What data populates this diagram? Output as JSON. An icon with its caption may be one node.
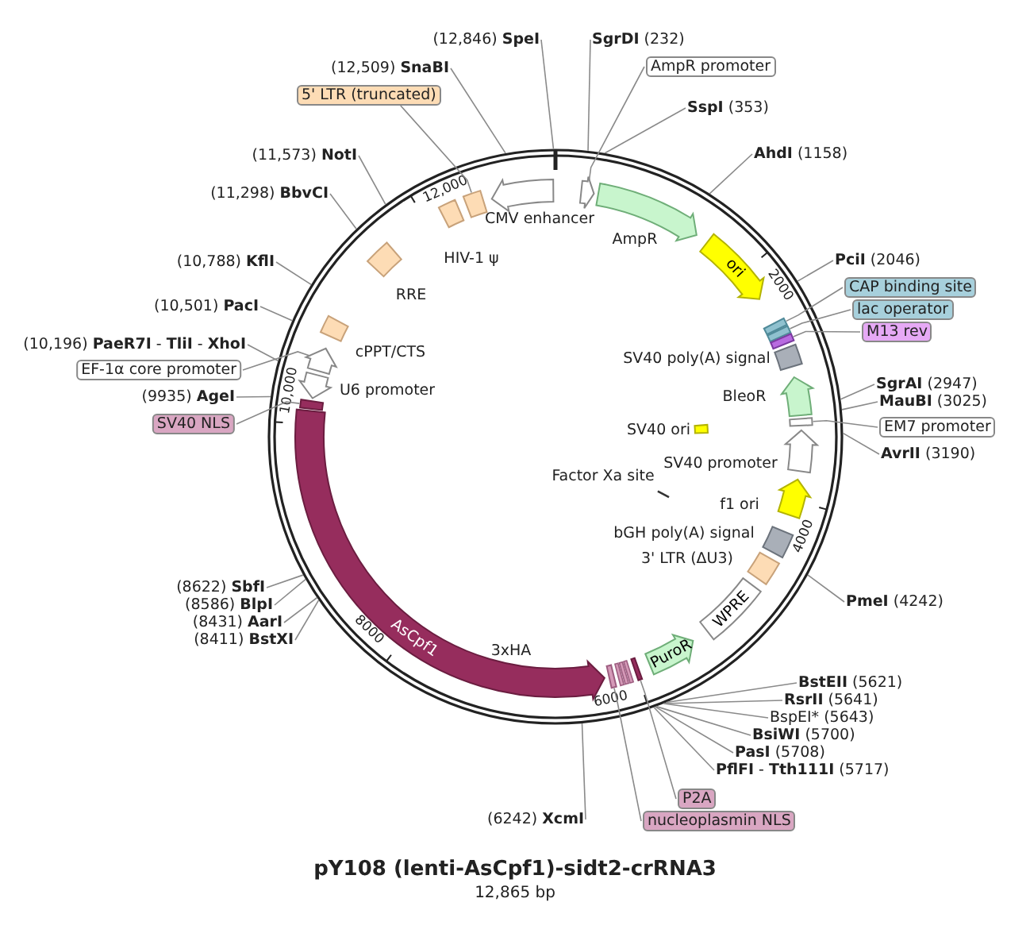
{
  "diagram": {
    "title": "pY108 (lenti-AsCpf1)-sidt2-crRNA3",
    "caption": "12,865 bp",
    "nodes": [
      {
        "text": [
          "(12,846) **SpeI**"
        ]
      },
      {
        "text": [
          "**SgrDI** (232)"
        ]
      },
      {
        "text": [
          "AmpR promoter"
        ]
      },
      {
        "text": [
          "(12,509) **SnaBI**"
        ]
      },
      {
        "text": [
          "**SspI** (353)"
        ]
      },
      {
        "text": [
          "5' LTR (truncated)"
        ]
      },
      {
        "text": [
          "**AhdI** (1158)"
        ]
      },
      {
        "text": [
          "(11,573) **NotI**"
        ]
      },
      {
        "text": [
          "(11,298) **BbvCI**"
        ]
      },
      {
        "text": [
          "**PciI** (2046)"
        ]
      },
      {
        "text": [
          "(10,788) **KflI**"
        ]
      },
      {
        "text": [
          "CAP binding site"
        ]
      },
      {
        "text": [
          "lac operator"
        ]
      },
      {
        "text": [
          "M13 rev"
        ]
      },
      {
        "text": [
          "(10,501) **PacI**"
        ]
      },
      {
        "text": [
          "(10,196) **PaeR7I** - **TliI** - **XhoI**"
        ]
      },
      {
        "text": [
          "EF-1α core promoter"
        ]
      },
      {
        "text": [
          "**SgrAI** (2947)"
        ]
      },
      {
        "text": [
          "(9935) **AgeI**"
        ]
      },
      {
        "text": [
          "**MauBI** (3025)"
        ]
      },
      {
        "text": [
          "SV40 NLS"
        ]
      },
      {
        "text": [
          "EM7 promoter"
        ]
      },
      {
        "text": [
          "**AvrII** (3190)"
        ]
      },
      {
        "text": [
          "(8622) **SbfI**"
        ]
      },
      {
        "text": [
          "**PmeI** (4242)"
        ]
      },
      {
        "text": [
          "(8586) **BlpI**"
        ]
      },
      {
        "text": [
          "(8431) **AarI**"
        ]
      },
      {
        "text": [
          "(8411) **BstXI**"
        ]
      },
      {
        "text": [
          "**BstEII** (5621)"
        ]
      },
      {
        "text": [
          "**RsrII** (5641)"
        ]
      },
      {
        "text": [
          "BspEI* (5643)"
        ]
      },
      {
        "text": [
          "**BsiWI** (5700)"
        ]
      },
      {
        "text": [
          "**PasI** (5708)"
        ]
      },
      {
        "text": [
          "**PflFI** - **Tth111I** (5717)"
        ]
      },
      {
        "text": [
          "P2A"
        ]
      },
      {
        "text": [
          "(6242) **XcmI**"
        ]
      },
      {
        "text": [
          "nucleoplasmin NLS"
        ]
      },
      {
        "text": [],
        "shape": "arrow",
        "beside": [
          "CMV enhancer"
        ],
        "in": 56
      },
      {
        "text": [],
        "shape": "arrow",
        "beside": [
          "AmpR"
        ],
        "in": 56
      },
      {
        "text": [],
        "shape": "box",
        "beside": [
          "HIV-1 ψ"
        ],
        "in": 56
      },
      {
        "text": [
          "ori"
        ],
        "in": 56
      },
      {
        "text": [],
        "shape": "box",
        "beside": [
          "RRE"
        ],
        "in": 56
      },
      {
        "text": [],
        "shape": "box",
        "beside": [
          "SV40 poly(A) signal"
        ],
        "in": 56
      },
      {
        "text": [],
        "shape": "arrow",
        "beside": [
          "BleoR"
        ],
        "in": 56
      },
      {
        "text": [],
        "shape": "box",
        "beside": [
          "cPPT/CTS"
        ],
        "in": 56
      },
      {
        "text": [],
        "shape": "arrow",
        "beside": [
          "U6 promoter"
        ],
        "in": 56
      },
      {
        "text": [],
        "shape": "arrow",
        "beside": [
          "SV40 promoter"
        ],
        "in": 56
      },
      {
        "text": [],
        "shape": "box",
        "beside": [
          "SV40 ori"
        ],
        "in": 56
      },
      {
        "text": [],
        "shape": "arrow",
        "beside": [
          "f1 ori"
        ],
        "in": 56
      },
      {
        "text": [],
        "shape": "bar",
        "in": 56
      },
      {
        "text": [],
        "shape": "box",
        "beside": [
          "bGH poly(A) signal"
        ],
        "in": 56
      },
      {
        "text": [],
        "shape": "box",
        "beside": [
          "3' LTR (ΔU3)"
        ],
        "in": 56
      },
      {
        "text": [
          "WPRE"
        ],
        "in": 56
      },
      {
        "text": [
          "PuroR"
        ],
        "in": 56
      },
      {
        "text": [],
        "shape": "box",
        "in": 56
      },
      {
        "text": [
          "AsCpf1"
        ],
        "in": 56
      },
      {
        "text": [],
        "shape": "circle"
      },
      {
        "text": [],
        "shape": "arrow",
        "in": 56
      },
      {
        "text": [],
        "shape": "box",
        "in": 56
      },
      {
        "text": [],
        "shape": "box",
        "in": 56
      },
      {
        "text": [],
        "shape": "box",
        "in": 56
      },
      {
        "text": [],
        "shape": "box",
        "in": 56
      },
      {
        "text": [],
        "shape": "arrow",
        "in": 56
      },
      {
        "text": [],
        "shape": "box",
        "in": 56
      },
      {
        "text": [],
        "shape": "box",
        "in": 56
      },
      {
        "text": [],
        "shape": "box",
        "in": 56
      },
      {
        "text": [],
        "shape": "box",
        "in": 56
      }
    ],
    "edges": [
      {
        "from": 0,
        "to": 56,
        "arrow": "none"
      },
      {
        "from": 1,
        "to": 56,
        "arrow": "none"
      },
      {
        "from": 2,
        "to": 57,
        "arrow": "none"
      },
      {
        "from": 3,
        "to": 56,
        "arrow": "none"
      },
      {
        "from": 4,
        "to": 56,
        "arrow": "none"
      },
      {
        "from": 5,
        "to": 58,
        "arrow": "none"
      },
      {
        "from": 6,
        "to": 56,
        "arrow": "none"
      },
      {
        "from": 7,
        "to": 56,
        "arrow": "none"
      },
      {
        "from": 8,
        "to": 56,
        "arrow": "none"
      },
      {
        "from": 9,
        "to": 56,
        "arrow": "none"
      },
      {
        "from": 10,
        "to": 56,
        "arrow": "none"
      },
      {
        "from": 11,
        "to": 59,
        "arrow": "none"
      },
      {
        "from": 12,
        "to": 60,
        "arrow": "none"
      },
      {
        "from": 13,
        "to": 61,
        "arrow": "none"
      },
      {
        "from": 14,
        "to": 56,
        "arrow": "none"
      },
      {
        "from": 15,
        "to": 56,
        "arrow": "none"
      },
      {
        "from": 16,
        "to": 62,
        "arrow": "none"
      },
      {
        "from": 17,
        "to": 56,
        "arrow": "none"
      },
      {
        "from": 18,
        "to": 56,
        "arrow": "none"
      },
      {
        "from": 19,
        "to": 56,
        "arrow": "none"
      },
      {
        "from": 20,
        "to": 63,
        "arrow": "none"
      },
      {
        "from": 21,
        "to": 64,
        "arrow": "none"
      },
      {
        "from": 22,
        "to": 56,
        "arrow": "none"
      },
      {
        "from": 23,
        "to": 56,
        "arrow": "none"
      },
      {
        "from": 24,
        "to": 56,
        "arrow": "none"
      },
      {
        "from": 25,
        "to": 56,
        "arrow": "none"
      },
      {
        "from": 26,
        "to": 56,
        "arrow": "none"
      },
      {
        "from": 27,
        "to": 56,
        "arrow": "none"
      },
      {
        "from": 28,
        "to": 56,
        "arrow": "none"
      },
      {
        "from": 29,
        "to": 56,
        "arrow": "none"
      },
      {
        "from": 30,
        "to": 56,
        "arrow": "none"
      },
      {
        "from": 31,
        "to": 56,
        "arrow": "none"
      },
      {
        "from": 32,
        "to": 56,
        "arrow": "none"
      },
      {
        "from": 33,
        "to": 56,
        "arrow": "none"
      },
      {
        "from": 34,
        "to": 65,
        "arrow": "none"
      },
      {
        "from": 35,
        "to": 56,
        "arrow": "none"
      },
      {
        "from": 36,
        "to": 66,
        "arrow": "none"
      }
    ],
    "labels": [
      "2000",
      "4000",
      "6000",
      "8000",
      "10,000",
      "12,000",
      "Factor Xa site",
      "3xHA"
    ]
  }
}
